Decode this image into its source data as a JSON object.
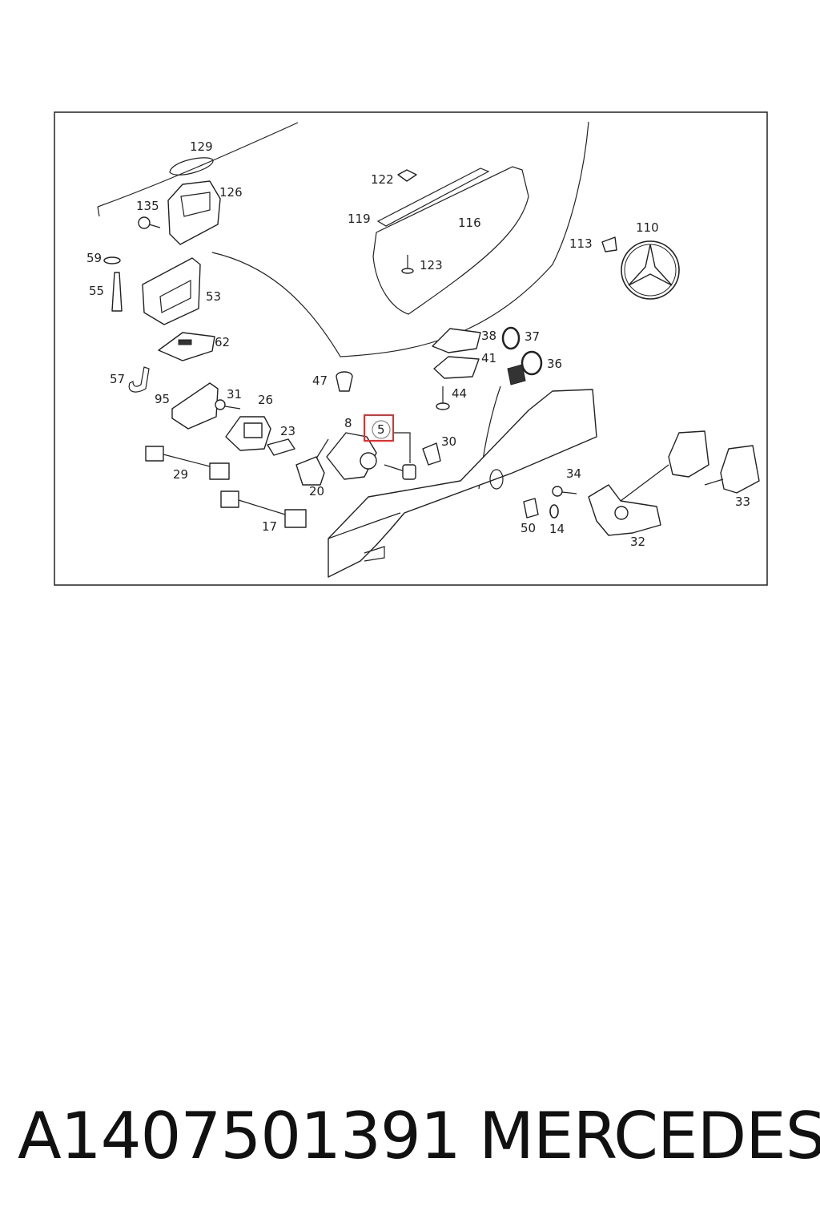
{
  "diagram": {
    "callouts": [
      "129",
      "126",
      "135",
      "59",
      "55",
      "53",
      "62",
      "57",
      "95",
      "31",
      "26",
      "23",
      "29",
      "20",
      "17",
      "8",
      "5",
      "30",
      "47",
      "122",
      "119",
      "116",
      "123",
      "113",
      "110",
      "38",
      "37",
      "41",
      "36",
      "44",
      "34",
      "50",
      "14",
      "32",
      "33"
    ],
    "highlighted_callout": "5",
    "highlight_color": "#e03030"
  },
  "footer": {
    "part_number": "A1407501391",
    "brand": "MERCEDES"
  }
}
